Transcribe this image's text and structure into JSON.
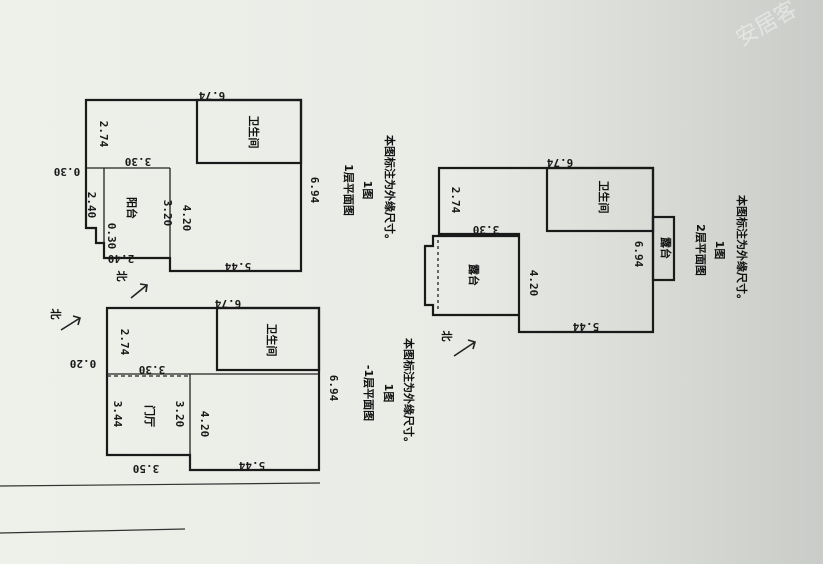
{
  "plans": [
    {
      "id": "plan-1f",
      "dims": [
        "6.74",
        "2.74",
        "3.30",
        "0.30",
        "2.40",
        "0.30",
        "2.40",
        "3.20",
        "4.20",
        "5.44",
        "6.94"
      ],
      "rooms": [
        "卫生间",
        "阳台"
      ],
      "caption": [
        "1层平面图",
        "1图",
        "本图标注为外缘尺寸。"
      ],
      "north": "北"
    },
    {
      "id": "plan-b1",
      "dims": [
        "6.74",
        "2.74",
        "0.20",
        "3.30",
        "3.44",
        "3.20",
        "4.20",
        "3.50",
        "5.44",
        "6.94"
      ],
      "rooms": [
        "卫生间",
        "门厅"
      ],
      "caption": [
        "-1层平面图",
        "1图",
        "本图标注为外缘尺寸。"
      ],
      "north": "北"
    },
    {
      "id": "plan-2f",
      "dims": [
        "6.74",
        "2.74",
        "3.30",
        "4.20",
        "5.44",
        "6.94"
      ],
      "rooms": [
        "卫生间",
        "露台",
        "露台"
      ],
      "caption": [
        "2层平面图",
        "1图",
        "本图标注为外缘尺寸。"
      ],
      "north": "北"
    }
  ],
  "watermark": "安居客"
}
